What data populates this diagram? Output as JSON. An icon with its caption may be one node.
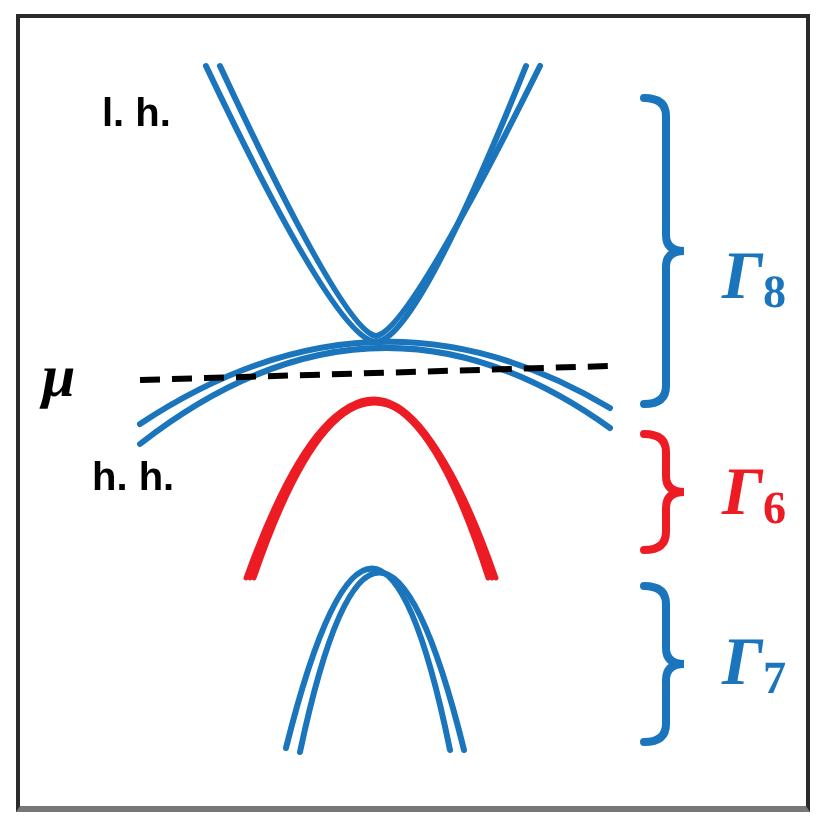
{
  "diagram": {
    "labels": [
      "l. h.",
      "*Γ*$_{8}$",
      "μ",
      "h. h.",
      "*Γ*$_{6}$",
      "*Γ*$_{7}$"
    ]
  }
}
